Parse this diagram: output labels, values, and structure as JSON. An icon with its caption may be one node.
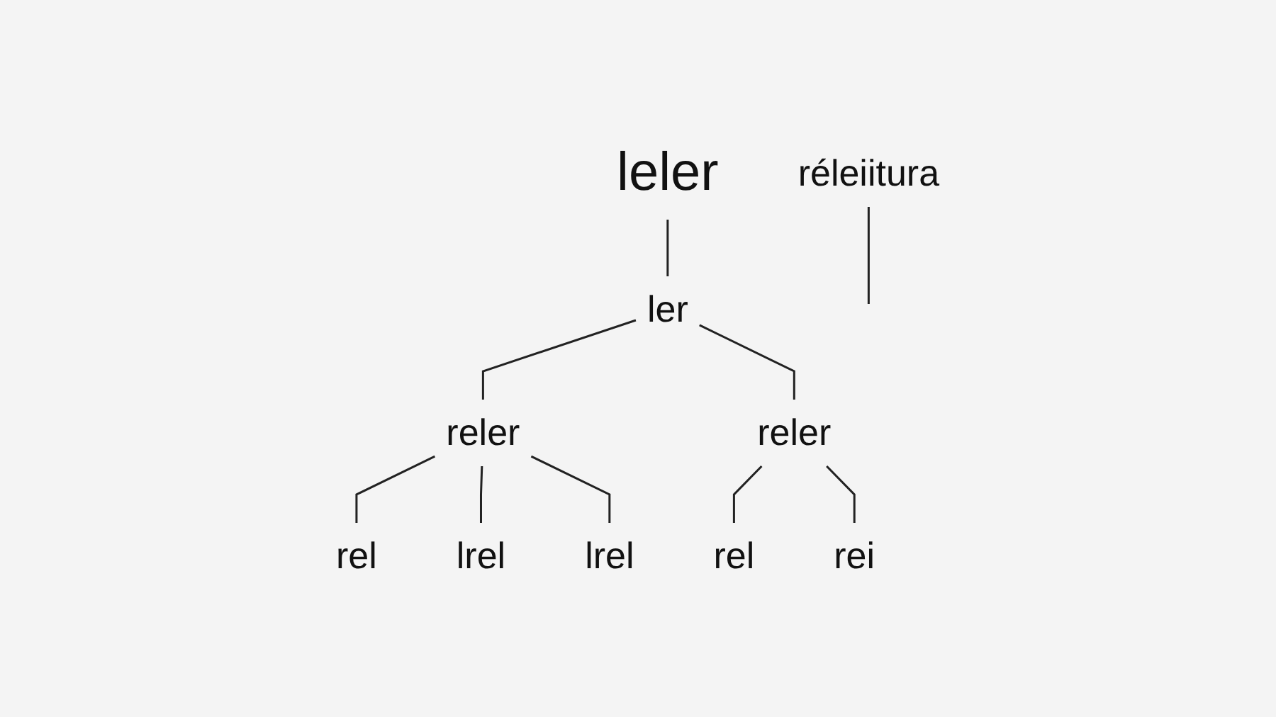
{
  "diagram": {
    "nodes": [
      {
        "text": [
          "leler"
        ]
      },
      {
        "text": [
          "réleiitura"
        ]
      },
      {
        "text": [
          "ler"
        ]
      },
      {
        "text": [
          "reler"
        ]
      },
      {
        "text": [
          "reler"
        ]
      },
      {
        "text": [
          "rel"
        ]
      },
      {
        "text": [
          "lrel"
        ]
      },
      {
        "text": [
          "lrel"
        ]
      },
      {
        "text": [
          "rel"
        ]
      },
      {
        "text": [
          "rei"
        ]
      }
    ],
    "edges": [
      {
        "from": 0,
        "to": 2,
        "arrow": "none"
      },
      {
        "from": 2,
        "to": 3,
        "arrow": "none"
      },
      {
        "from": 2,
        "to": 4,
        "arrow": "none"
      },
      {
        "from": 3,
        "to": 5,
        "arrow": "none"
      },
      {
        "from": 3,
        "to": 6,
        "arrow": "none"
      },
      {
        "from": 3,
        "to": 7,
        "arrow": "none"
      },
      {
        "from": 4,
        "to": 8,
        "arrow": "none"
      },
      {
        "from": 4,
        "to": 9,
        "arrow": "none"
      },
      {
        "from": 1,
        "to": null,
        "arrow": "none"
      }
    ]
  }
}
